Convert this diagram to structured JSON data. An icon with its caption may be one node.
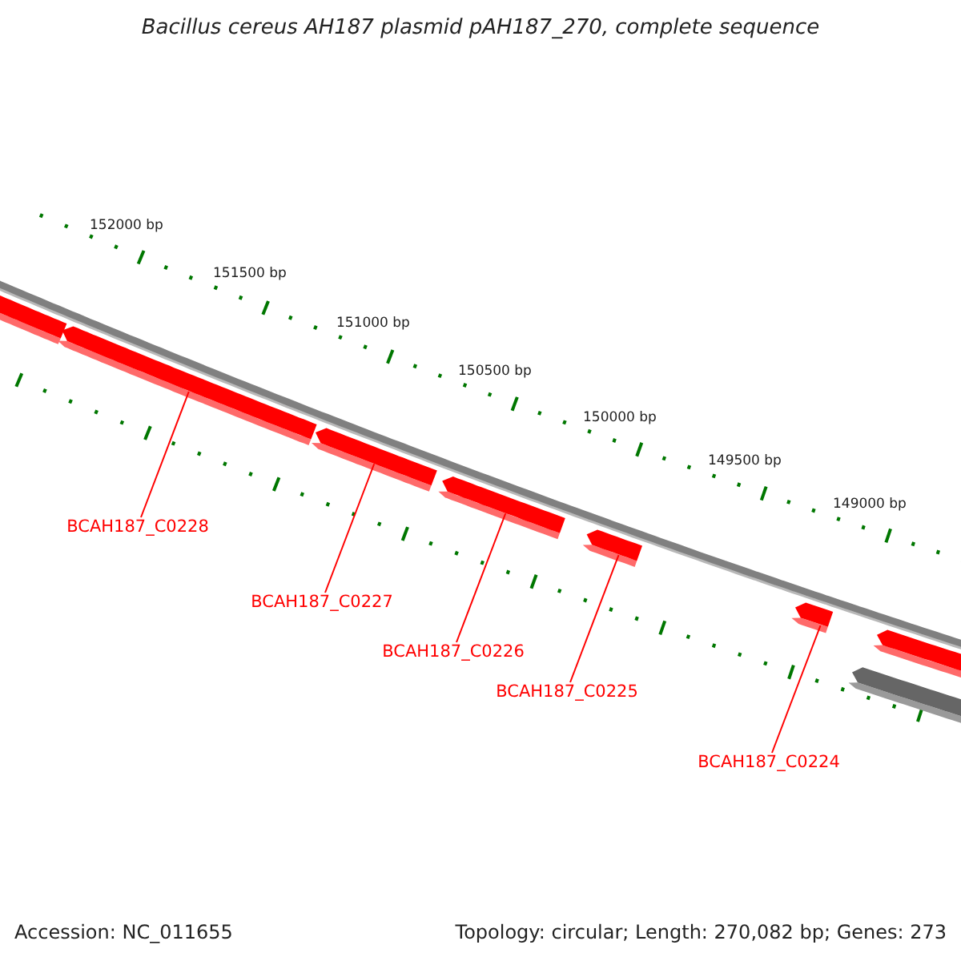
{
  "diagram": {
    "title": "Bacillus cereus AH187 plasmid pAH187_270, complete sequence",
    "nodes": [
      {
        "text": [
          "BCAH187_C0228"
        ]
      },
      {
        "text": [
          "BCAH187_C0227"
        ]
      },
      {
        "text": [
          "BCAH187_C0226"
        ]
      },
      {
        "text": [
          "BCAH187_C0225"
        ]
      },
      {
        "text": [
          "BCAH187_C0224"
        ]
      },
      {
        "text": [],
        "shape": "bar"
      },
      {
        "text": [],
        "shape": "bar"
      },
      {
        "text": [],
        "shape": "bar"
      },
      {
        "text": [],
        "shape": "bar"
      },
      {
        "text": [],
        "shape": "bar"
      },
      {
        "text": [],
        "shape": "bar"
      },
      {
        "text": [],
        "shape": "bar"
      },
      {
        "text": [],
        "shape": "bar"
      }
    ],
    "edges": [
      {
        "from": 0,
        "to": 6,
        "arrow": "none"
      },
      {
        "from": 1,
        "to": 7,
        "arrow": "none"
      },
      {
        "from": 2,
        "to": 8,
        "arrow": "none"
      },
      {
        "from": 3,
        "to": 9,
        "arrow": "none"
      },
      {
        "from": 4,
        "to": 10,
        "arrow": "none"
      }
    ],
    "labels": [
      "152000 bp",
      "151500 bp",
      "151000 bp",
      "150500 bp",
      "150000 bp",
      "149500 bp",
      "149000 bp",
      "Accession: NC_011655",
      "Topology: circular; Length: 270,082 bp; Genes: 273"
    ]
  }
}
